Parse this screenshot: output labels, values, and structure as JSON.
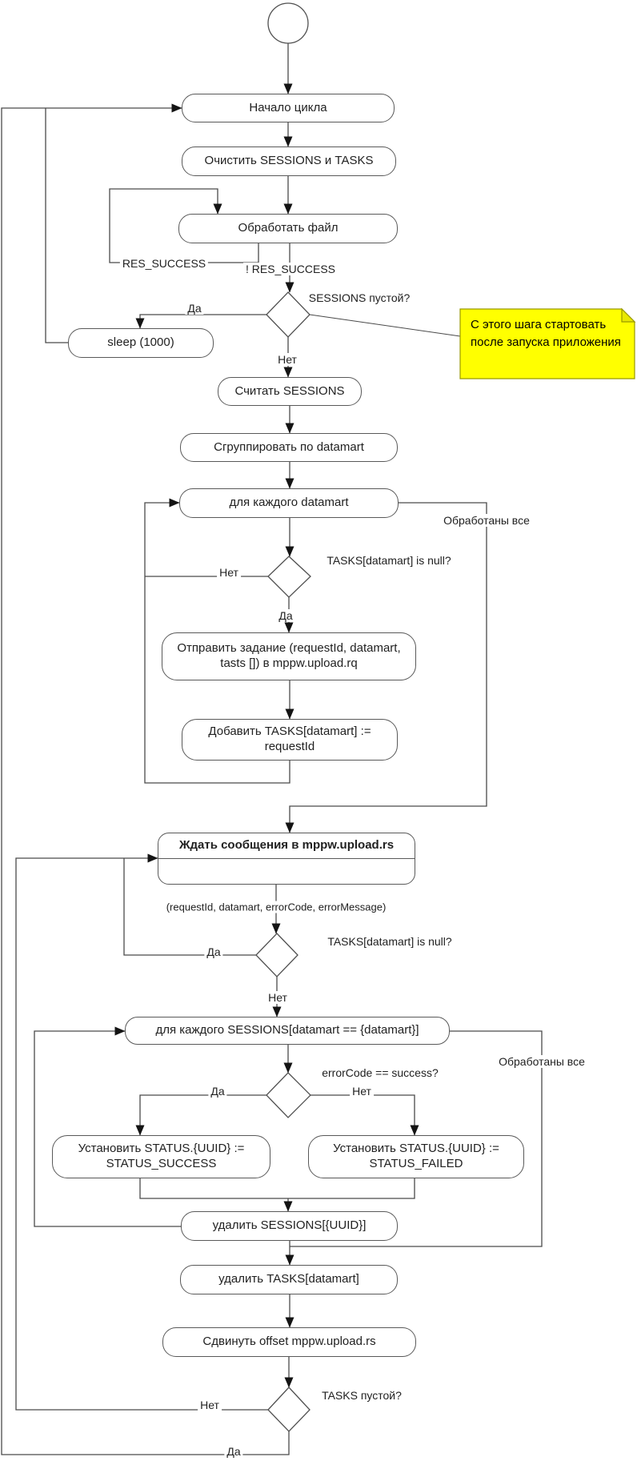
{
  "diagram": {
    "type": "flowchart",
    "language": "ru",
    "nodes": {
      "start": {
        "type": "initial-node"
      },
      "loop_start": {
        "label": "Начало цикла"
      },
      "clear": {
        "label": "Очистить SESSIONS и TASKS"
      },
      "process_file": {
        "label": "Обработать файл"
      },
      "sleep": {
        "label": "sleep (1000)"
      },
      "read_sessions": {
        "label": "Считать SESSIONS"
      },
      "group": {
        "label": "Сгруппировать по datamart"
      },
      "foreach_datamart": {
        "label": "для каждого datamart"
      },
      "send_task": {
        "label": "Отправить задание (requestId, datamart, tasts []) в mppw.upload.rq"
      },
      "add_task": {
        "label": "Добавить TASKS[datamart] := requestId"
      },
      "wait_message": {
        "label": "Ждать сообщения в mppw.upload.rs"
      },
      "foreach_sessions": {
        "label": "для каждого SESSIONS[datamart == {datamart}]"
      },
      "set_success": {
        "label": "Установить STATUS.{UUID} := STATUS_SUCCESS"
      },
      "set_failed": {
        "label": "Установить STATUS.{UUID} := STATUS_FAILED"
      },
      "delete_sessions": {
        "label": "удалить SESSIONS[{UUID}]"
      },
      "delete_tasks": {
        "label": "удалить TASKS[datamart]"
      },
      "shift_offset": {
        "label": "Сдвинуть offset  mppw.upload.rs"
      }
    },
    "decisions": {
      "sessions_empty": {
        "label": "SESSIONS пустой?"
      },
      "tasks_null_1": {
        "label": "TASKS[datamart] is null?"
      },
      "tasks_null_2": {
        "label": "TASKS[datamart] is null?"
      },
      "error_code": {
        "label": "errorCode == success?"
      },
      "tasks_empty": {
        "label": "TASKS пустой?"
      }
    },
    "edge_labels": {
      "yes": "Да",
      "no": "Нет",
      "res_success": "RES_SUCCESS",
      "not_res_success": "! RES_SUCCESS",
      "processed_all": "Обработаны все",
      "message_params": "(requestId, datamart, errorCode, errorMessage)"
    },
    "note": {
      "text": "С этого шага стартовать после запуска приложения",
      "bg_color": "#ffff00",
      "border_color": "#999900"
    },
    "colors": {
      "line": "#4a4a4a",
      "node_border": "#595959",
      "text": "#212121",
      "background": "#ffffff"
    }
  }
}
